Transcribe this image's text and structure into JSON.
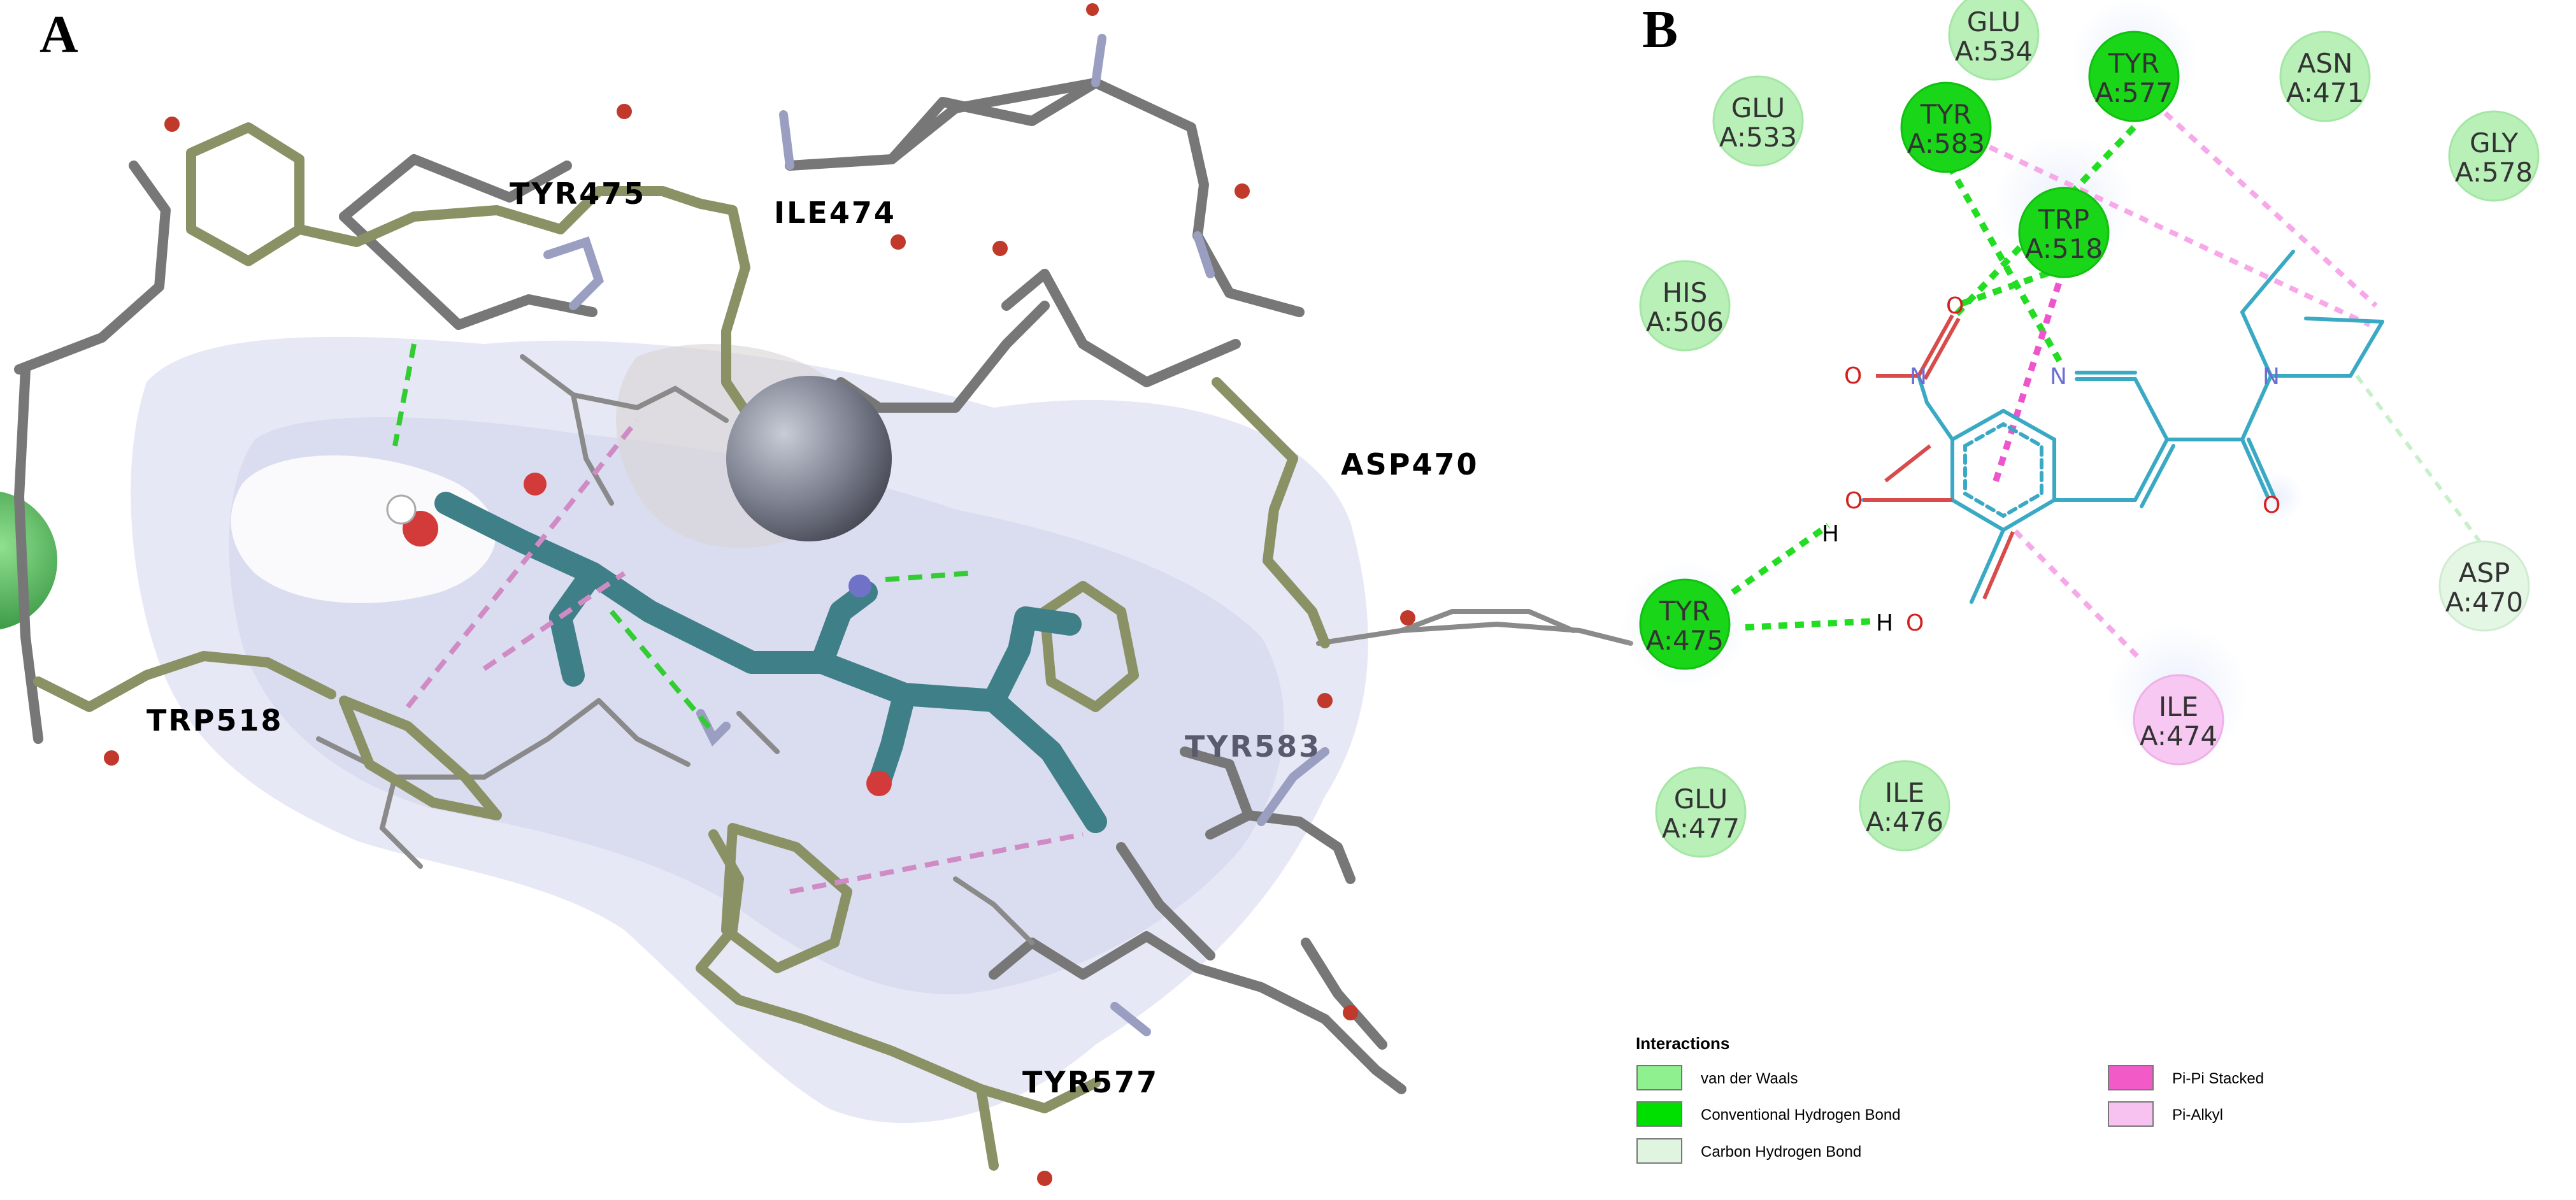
{
  "panel_a": {
    "label": "A",
    "residue_labels": [
      "TYR475",
      "ILE474",
      "ASP470",
      "TRP518",
      "TYR583",
      "TYR577"
    ]
  },
  "panel_b": {
    "label": "B",
    "residues": [
      {
        "name": "GLU",
        "id": "A:534",
        "type": "vdw"
      },
      {
        "name": "TYR",
        "id": "A:577",
        "type": "hbond"
      },
      {
        "name": "ASN",
        "id": "A:471",
        "type": "vdw"
      },
      {
        "name": "GLU",
        "id": "A:533",
        "type": "vdw"
      },
      {
        "name": "TYR",
        "id": "A:583",
        "type": "hbond"
      },
      {
        "name": "GLY",
        "id": "A:578",
        "type": "vdw"
      },
      {
        "name": "TRP",
        "id": "A:518",
        "type": "hbond"
      },
      {
        "name": "HIS",
        "id": "A:506",
        "type": "vdw"
      },
      {
        "name": "TYR",
        "id": "A:475",
        "type": "hbond"
      },
      {
        "name": "ASP",
        "id": "A:470",
        "type": "chbond"
      },
      {
        "name": "ILE",
        "id": "A:474",
        "type": "pialkyl"
      },
      {
        "name": "GLU",
        "id": "A:477",
        "type": "vdw"
      },
      {
        "name": "ILE",
        "id": "A:476",
        "type": "vdw"
      }
    ],
    "atom_labels": {
      "o": "O",
      "n": "N",
      "h": "H"
    },
    "legend": {
      "title": "Interactions",
      "items": [
        {
          "label": "van der Waals",
          "color": "#8ef08e"
        },
        {
          "label": "Conventional Hydrogen Bond",
          "color": "#00e000"
        },
        {
          "label": "Carbon Hydrogen Bond",
          "color": "#dff5df"
        },
        {
          "label": "Pi-Pi Stacked",
          "color": "#f25ac8"
        },
        {
          "label": "Pi-Alkyl",
          "color": "#f7c2f0"
        }
      ]
    }
  },
  "colors": {
    "vdw": "#b8f0b8",
    "hbond": "#19d619",
    "chbond": "#e6f7e6",
    "pialkyl": "#f7c8f2",
    "hbond_line": "#22dd22",
    "pi_line": "#ee55cc",
    "ligand_b": "#3aa9c4",
    "ligand_a": "#3f7f88"
  }
}
